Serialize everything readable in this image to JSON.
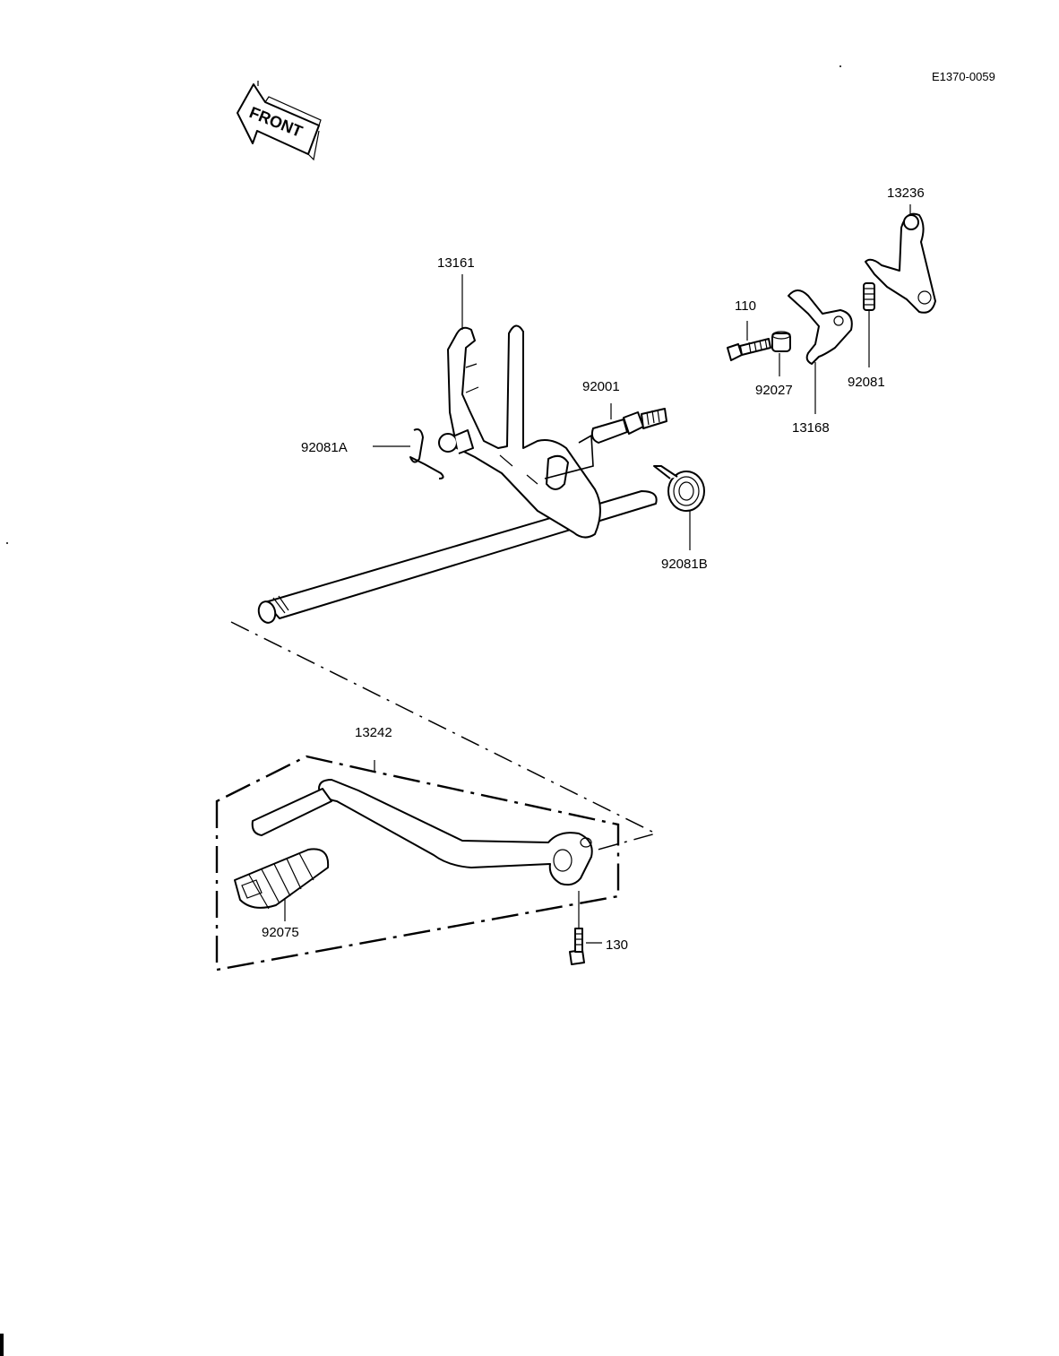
{
  "ref_code": "E1370-0059",
  "front_text": "FRONT",
  "labels": {
    "p13236": "13236",
    "p13161": "13161",
    "p110": "110",
    "p92001": "92001",
    "p92027": "92027",
    "p92081": "92081",
    "p13168": "13168",
    "p92081A": "92081A",
    "p92081B": "92081B",
    "p13242": "13242",
    "p92075": "92075",
    "p130": "130"
  }
}
